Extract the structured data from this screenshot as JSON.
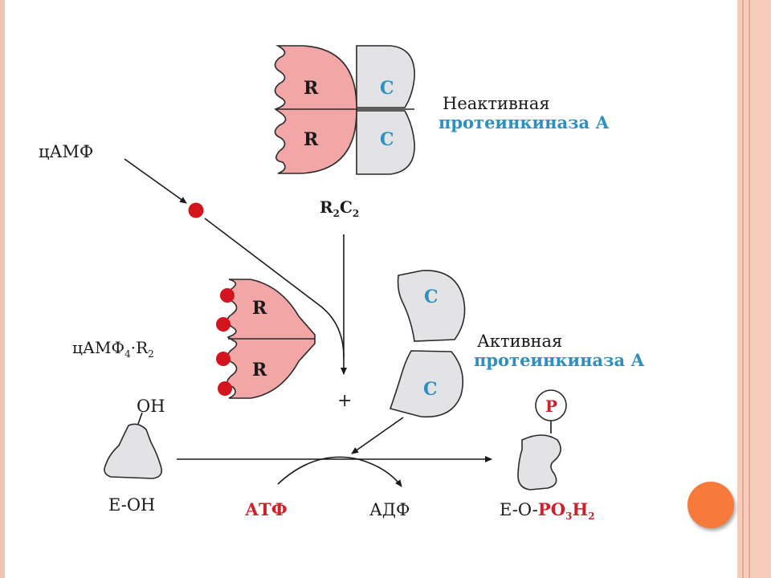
{
  "diagram": {
    "labels": {
      "camp": "цАМФ",
      "inactive_line1": "Неактивная",
      "inactive_line2": "протеинкиназа А",
      "active_line1": "Активная",
      "active_line2": "протеинкиназа А",
      "r2c2_main": "R",
      "r2c2_sub1": "2",
      "r2c2_c": "C",
      "r2c2_sub2": "2",
      "campr_main": "цАМФ",
      "campr_sub": "4",
      "campr_rest": "·R",
      "campr_sub2": "2",
      "plus": "+",
      "oh": "OH",
      "e_oh": "E-OH",
      "atp": "АТФ",
      "adp": "АДФ",
      "product_prefix": "E-O-",
      "product_po": "PO",
      "product_sub3": "3",
      "product_h": "H",
      "product_sub2": "2",
      "phosphate": "P",
      "subunit_r": "R",
      "subunit_c": "C"
    },
    "colors": {
      "regulatory": "#f3a6a6",
      "catalytic": "#e3e3e6",
      "camp_dot": "#d4141c",
      "blue_text": "#2e8fc1",
      "red_text": "#d0202c",
      "frame": "#f6cdbd",
      "accent_dot": "#f77a3a"
    }
  }
}
